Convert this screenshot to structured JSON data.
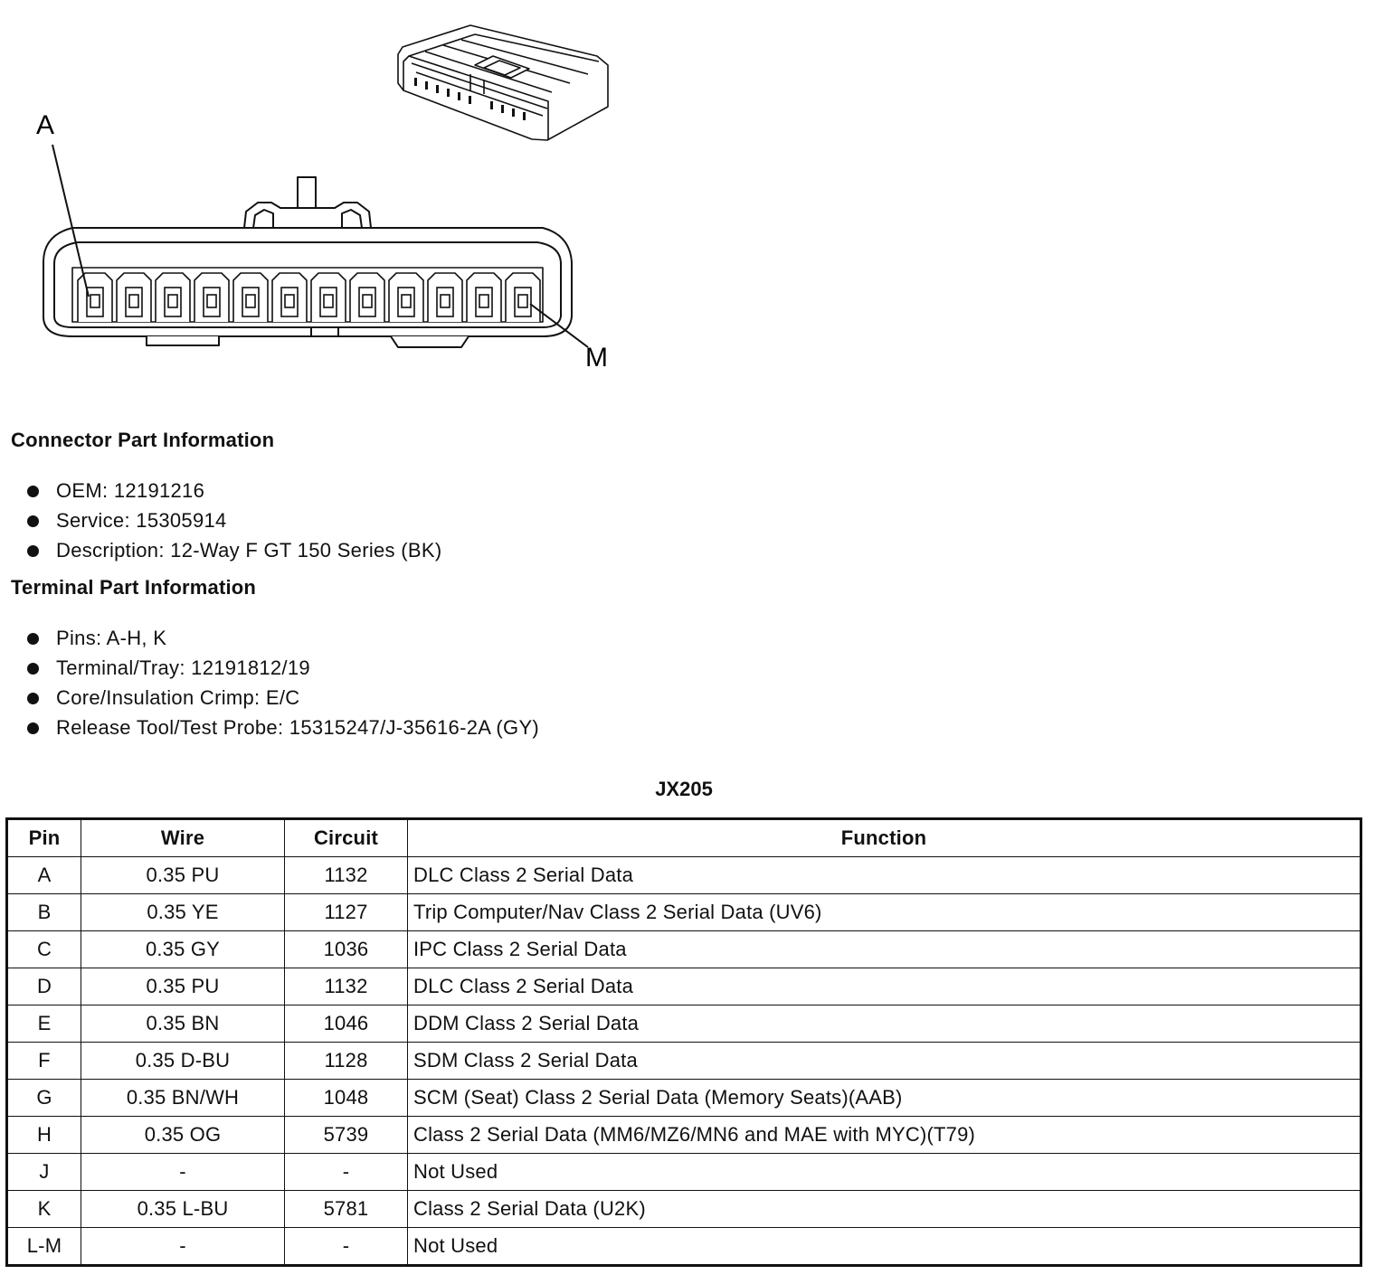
{
  "diagram": {
    "label_left": "A",
    "label_right": "M"
  },
  "connector_info": {
    "title": "Connector Part Information",
    "items": [
      "OEM: 12191216",
      "Service: 15305914",
      "Description: 12-Way F GT 150 Series (BK)"
    ]
  },
  "terminal_info": {
    "title": "Terminal Part Information",
    "items": [
      "Pins: A-H, K",
      "Terminal/Tray: 12191812/19",
      "Core/Insulation Crimp: E/C",
      "Release Tool/Test Probe: 15315247/J-35616-2A (GY)"
    ]
  },
  "table": {
    "title": "JX205",
    "headers": {
      "pin": "Pin",
      "wire": "Wire",
      "circuit": "Circuit",
      "function": "Function"
    },
    "rows": [
      {
        "pin": "A",
        "wire": "0.35 PU",
        "circuit": "1132",
        "function": "DLC Class 2 Serial Data"
      },
      {
        "pin": "B",
        "wire": "0.35 YE",
        "circuit": "1127",
        "function": "Trip Computer/Nav Class 2 Serial Data (UV6)"
      },
      {
        "pin": "C",
        "wire": "0.35 GY",
        "circuit": "1036",
        "function": "IPC Class 2 Serial Data"
      },
      {
        "pin": "D",
        "wire": "0.35 PU",
        "circuit": "1132",
        "function": "DLC Class 2 Serial Data"
      },
      {
        "pin": "E",
        "wire": "0.35 BN",
        "circuit": "1046",
        "function": "DDM Class 2 Serial Data"
      },
      {
        "pin": "F",
        "wire": "0.35 D-BU",
        "circuit": "1128",
        "function": "SDM Class 2 Serial Data"
      },
      {
        "pin": "G",
        "wire": "0.35 BN/WH",
        "circuit": "1048",
        "function": "SCM (Seat) Class 2 Serial Data (Memory Seats)(AAB)"
      },
      {
        "pin": "H",
        "wire": "0.35 OG",
        "circuit": "5739",
        "function": "Class 2 Serial Data (MM6/MZ6/MN6 and MAE with MYC)(T79)"
      },
      {
        "pin": "J",
        "wire": "-",
        "circuit": "-",
        "function": "Not Used"
      },
      {
        "pin": "K",
        "wire": "0.35 L-BU",
        "circuit": "5781",
        "function": "Class 2 Serial Data (U2K)"
      },
      {
        "pin": "L-M",
        "wire": "-",
        "circuit": "-",
        "function": "Not Used"
      }
    ]
  }
}
